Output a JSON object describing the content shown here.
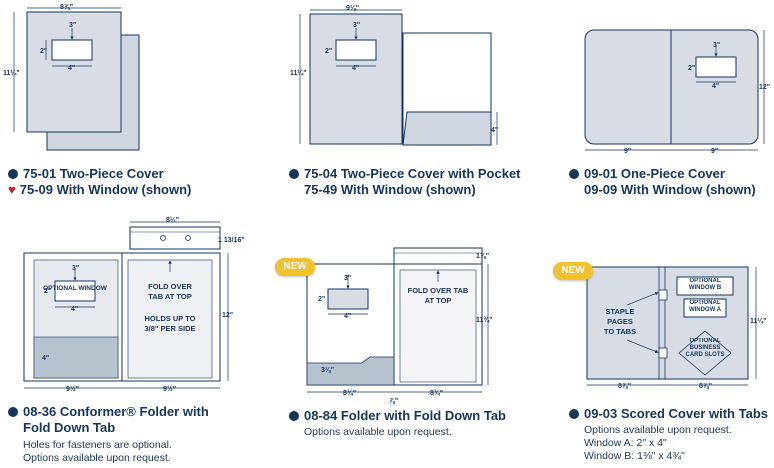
{
  "products": [
    {
      "title_lines": [
        "75-01 Two-Piece Cover",
        "75-09 With Window (shown)"
      ],
      "dims": {
        "width": "8⅞\"",
        "height": "11¼\"",
        "win_w": "3\"",
        "win_h": "2\"",
        "win_off": "4\""
      }
    },
    {
      "title_lines": [
        "75-04 Two-Piece Cover with Pocket",
        "75-49 With Window (shown)"
      ],
      "dims": {
        "width": "9⅛\"",
        "height": "11¼\"",
        "win_w": "3\"",
        "win_h": "2\"",
        "win_off": "4\"",
        "pocket": "4\""
      }
    },
    {
      "title_lines": [
        "09-01 One-Piece Cover",
        "09-09 With Window (shown)"
      ],
      "dims": {
        "left": "9\"",
        "right": "9\"",
        "height": "12\"",
        "win_w": "3\"",
        "win_h": "2\"",
        "win_off": "4\""
      }
    },
    {
      "title_lines": [
        "08-36 Conformer® Folder with",
        "Fold Down Tab"
      ],
      "notes": [
        "Holes for fasteners are optional.",
        "Options available upon request."
      ],
      "labels": {
        "window": "OPTIONAL WINDOW",
        "fold": "FOLD OVER TAB AT TOP",
        "holds": "HOLDS UP TO 3/8\" PER SIDE"
      },
      "dims": {
        "top": "8½\"",
        "tab": "1 13/16\"",
        "left": "9½\"",
        "right": "9½\"",
        "height": "12\"",
        "win_w": "3\"",
        "win_h": "2\"",
        "win_off": "4\"",
        "pocket": "4\""
      }
    },
    {
      "title_lines": [
        "08-84 Folder with Fold Down Tab"
      ],
      "notes": [
        "Options available upon request."
      ],
      "labels": {
        "fold": "FOLD OVER TAB AT TOP",
        "new": "NEW"
      },
      "dims": {
        "tab": "1⅞\"",
        "height": "11¾\"",
        "left": "8¾\"",
        "right": "8¾\"",
        "win_w": "4\"",
        "win_h": "2\"",
        "win_top": "3\"",
        "pocket": "3⅛\"",
        "gap": "⅞\""
      }
    },
    {
      "title_lines": [
        "09-03 Scored Cover with Tabs"
      ],
      "notes": [
        "Options available upon request.",
        "Window A:  2\" x 4\"",
        "Window B:  1⅜\" x 4¾\""
      ],
      "labels": {
        "winB": "OPTIONAL WINDOW B",
        "winA": "OPTIONAL WINDOW A",
        "staple": "STAPLE PAGES TO TABS",
        "slots": "OPTIONAL BUSINESS CARD SLOTS",
        "new": "NEW"
      },
      "dims": {
        "height": "11¼\"",
        "left": "8⅞\"",
        "right": "8⅞\""
      }
    }
  ],
  "colors": {
    "navy": "#16355c",
    "panel": "#d8dde5",
    "pocket": "#b7c2cf",
    "new_badge": "#f2c12e",
    "heart": "#c0202a"
  }
}
